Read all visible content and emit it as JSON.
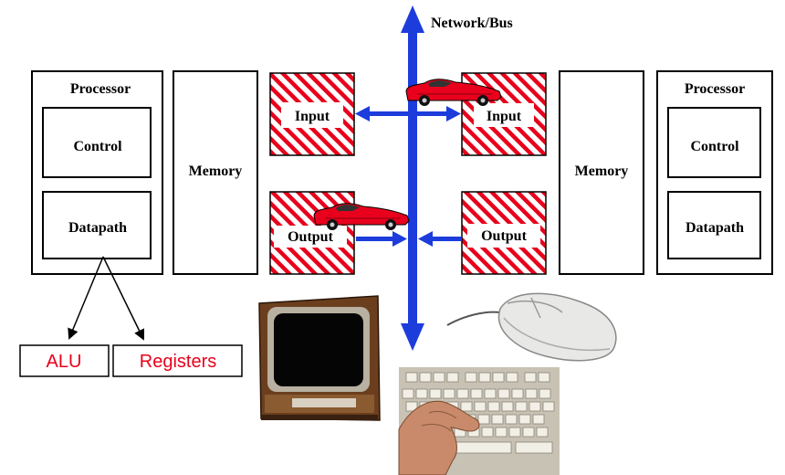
{
  "network": {
    "label": "Network/Bus",
    "color": "#1c3cdc"
  },
  "left_computer": {
    "processor_label": "Processor",
    "control_label": "Control",
    "datapath_label": "Datapath",
    "memory_label": "Memory",
    "input_label": "Input",
    "output_label": "Output"
  },
  "right_computer": {
    "processor_label": "Processor",
    "control_label": "Control",
    "datapath_label": "Datapath",
    "memory_label": "Memory",
    "input_label": "Input",
    "output_label": "Output"
  },
  "datapath_parts": {
    "alu_label": "ALU",
    "registers_label": "Registers"
  },
  "colors": {
    "io_stripe": "#e8001c",
    "car": "#e8001c",
    "red_text": "#e8001c"
  },
  "peripherals": [
    "car-icon",
    "car-icon",
    "monitor-icon",
    "mouse-icon",
    "keyboard-icon"
  ]
}
